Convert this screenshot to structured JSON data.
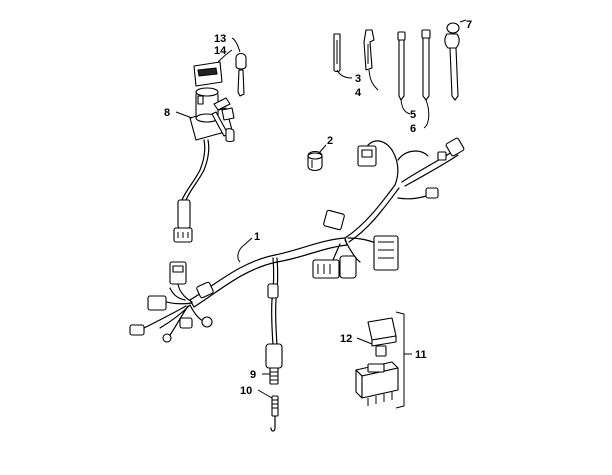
{
  "diagram": {
    "callouts": {
      "c1": "1",
      "c2": "2",
      "c3": "3",
      "c4": "4",
      "c5": "5",
      "c6": "6",
      "c7": "7",
      "c8": "8",
      "c9": "9",
      "c10": "10",
      "c11": "11",
      "c12": "12",
      "c13": "13",
      "c14": "14"
    },
    "ink_color": "#000000",
    "background_color": "#ffffff"
  }
}
